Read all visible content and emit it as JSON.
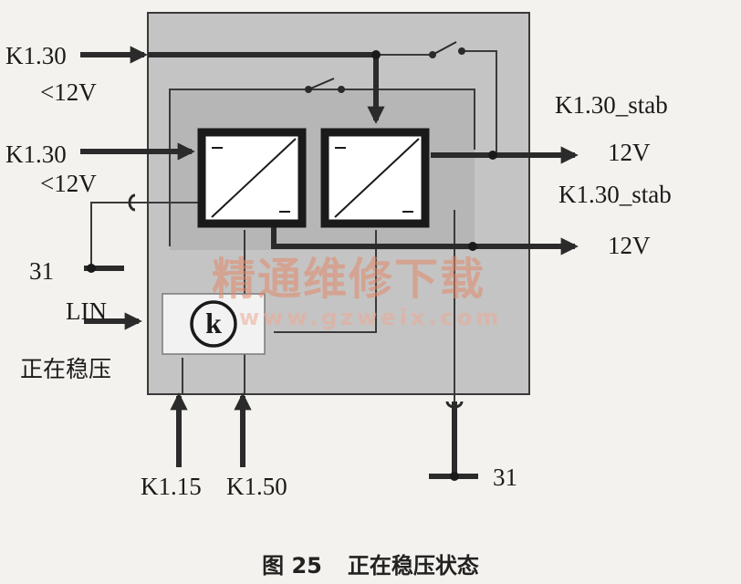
{
  "labels": {
    "input_k130_top": "K1.30",
    "input_lt12v_top": "<12V",
    "input_k130_mid": "K1.30",
    "input_lt12v_mid": "<12V",
    "ground_left": "31",
    "lin": "LIN",
    "status": "正在稳压",
    "output_stab_top": "K1.30_stab",
    "output_12v_top": "12V",
    "output_stab_bottom": "K1.30_stab",
    "output_12v_bottom": "12V",
    "k115": "K1.15",
    "k150": "K1.50",
    "ground_bottom": "31",
    "controller_symbol": "k"
  },
  "watermark": {
    "text_cn": "精通维修下载",
    "url": "www.gzweix.com"
  },
  "caption": {
    "figure_number": "图 25",
    "title": "正在稳压状态"
  },
  "colors": {
    "module_fill": "#c4c4c4",
    "inner_panel": "#b4b4b4",
    "line": "#2b2b2b",
    "watermark": "#e28868"
  }
}
